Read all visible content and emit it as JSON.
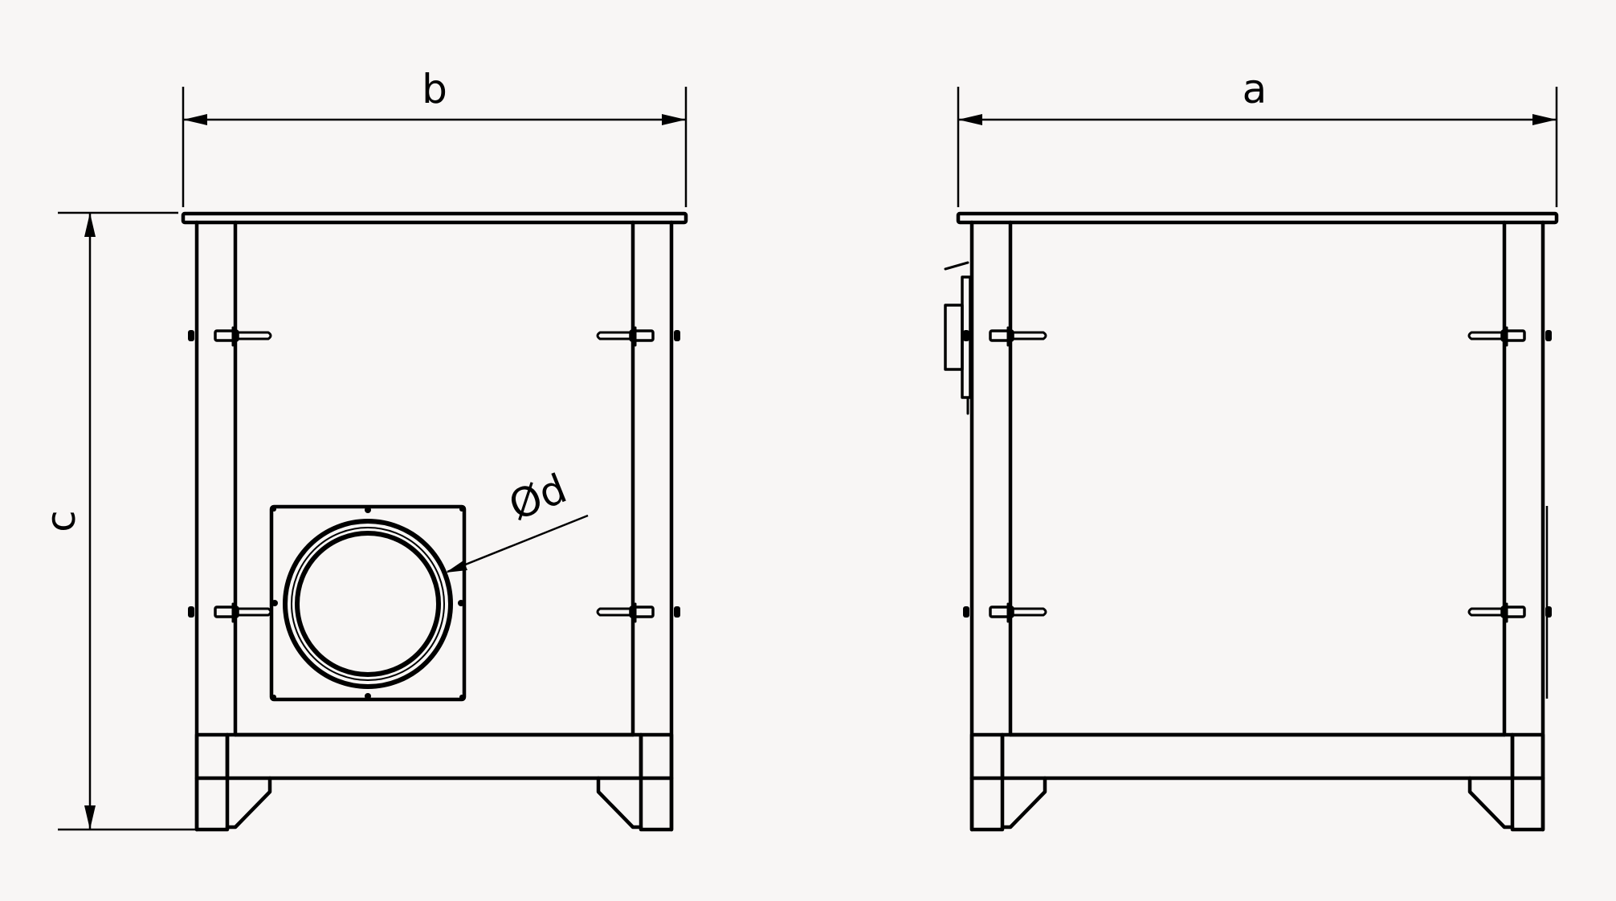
{
  "dimensions": {
    "width_label": "b",
    "length_label": "a",
    "height_label": "c",
    "diameter_label": "Ød"
  },
  "colors": {
    "background": "#f8f6f5",
    "line": "#000000"
  }
}
